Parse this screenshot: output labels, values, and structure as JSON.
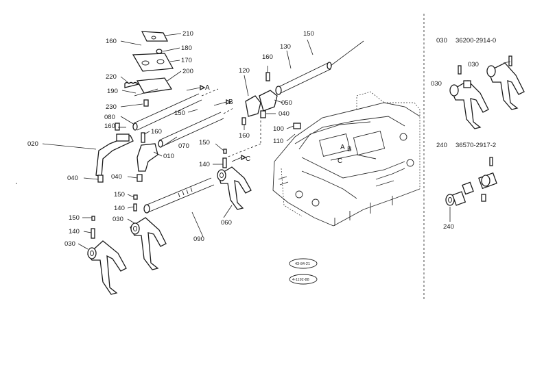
{
  "labels": {
    "p160a": "160",
    "p210": "210",
    "p180": "180",
    "p170": "170",
    "p220": "220",
    "p200": "200",
    "p190": "190",
    "p230": "230",
    "p150a": "150",
    "p080": "080",
    "p160b": "160",
    "p020": "020",
    "p160c": "160",
    "p010": "010",
    "p070": "070",
    "p040a": "040",
    "p040b": "040",
    "p150b": "150",
    "p140a": "140",
    "p030a": "030",
    "p150c": "150",
    "p140b": "140",
    "p030b": "030",
    "p090": "090",
    "p150d": "150",
    "p140c": "140",
    "p060": "060",
    "p120": "120",
    "p160d": "160",
    "p050": "050",
    "p040c": "040",
    "p100": "100",
    "p110": "110",
    "p130": "130",
    "p150e": "150",
    "p030c": "030",
    "p030d": "030",
    "p240": "240"
  },
  "arrows": {
    "a": "A",
    "b": "B",
    "c": "C",
    "ha": "A",
    "hb": "B",
    "hc": "C"
  },
  "insets": {
    "top": {
      "code": "030",
      "part_number": "36200-2914-0"
    },
    "bottom": {
      "code": "240",
      "part_number": "36570-2917-2"
    }
  },
  "stamps": {
    "s1": "43-84-21",
    "s2": "4-1192-88"
  }
}
